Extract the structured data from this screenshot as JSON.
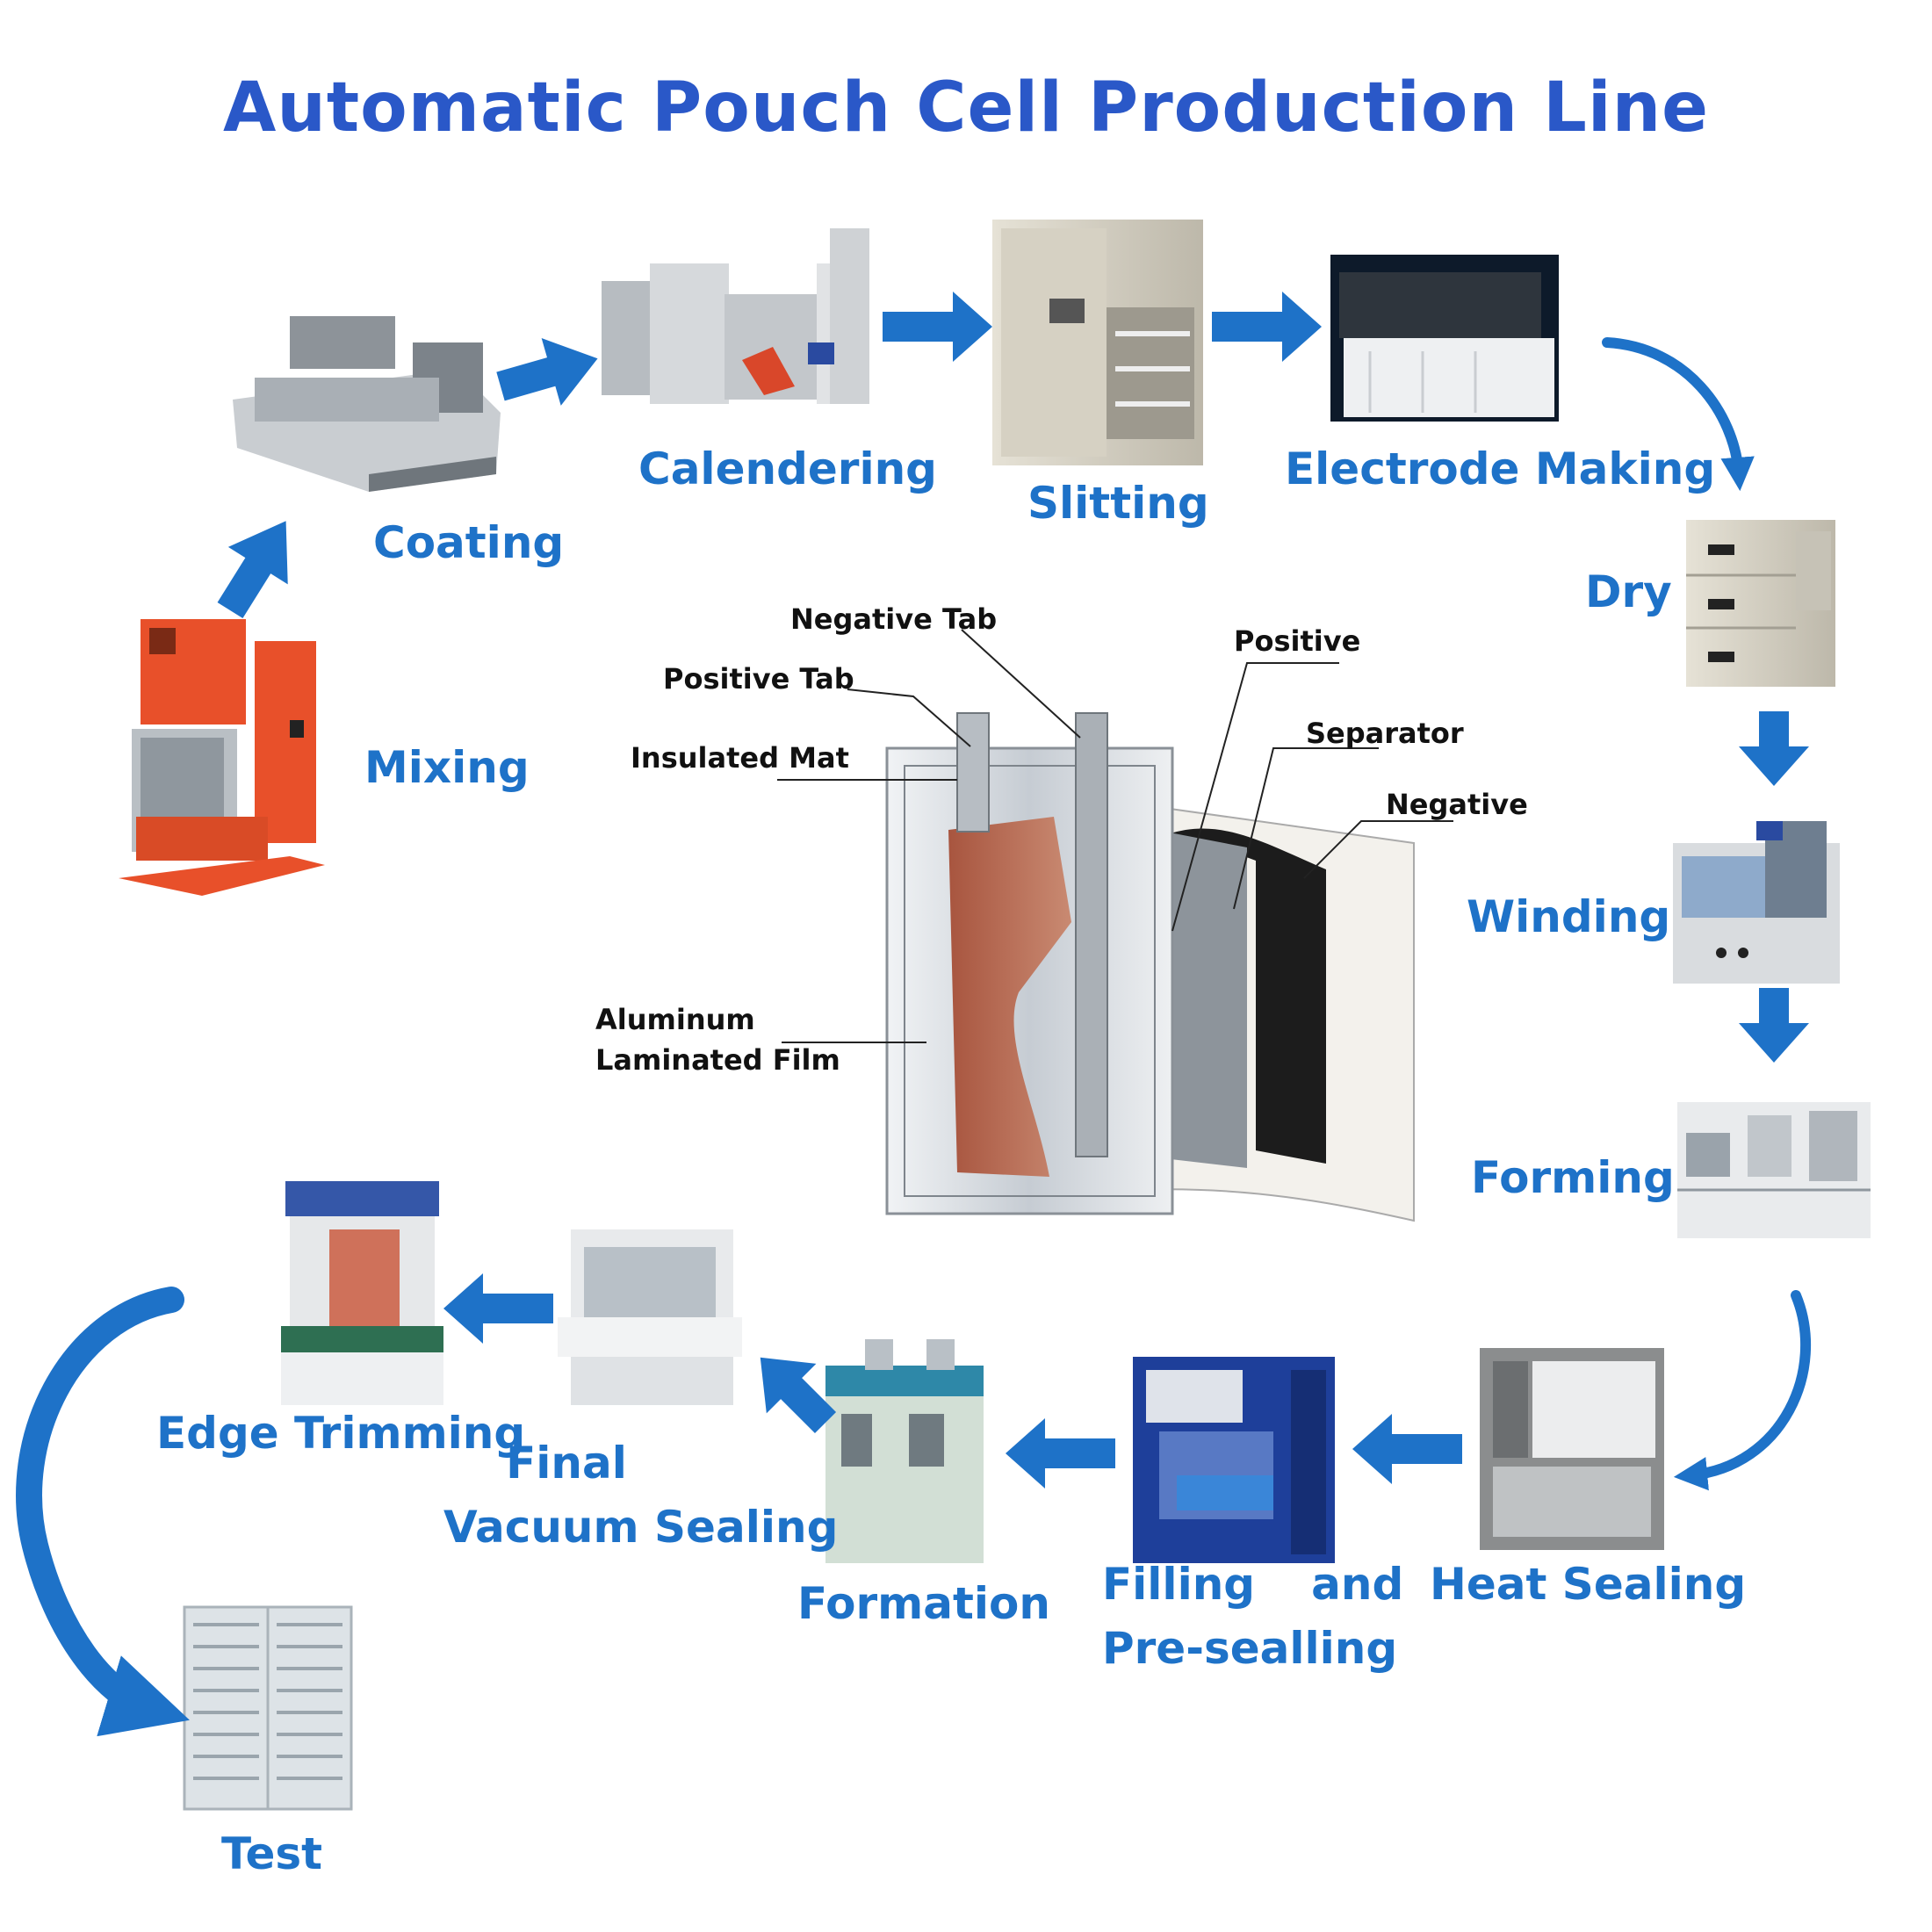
{
  "title": "Automatic Pouch Cell Production Line",
  "steps": {
    "mixing": "Mixing",
    "coating": "Coating",
    "calendering": "Calendering",
    "slitting": "Slitting",
    "electrode_making": "Electrode Making",
    "dry": "Dry",
    "winding": "Winding",
    "forming": "Forming",
    "heat_sealing": "Heat Sealing",
    "filling_line1": "Filling",
    "filling_line1b": "and",
    "filling_line2": "Pre-sealling",
    "formation": "Formation",
    "final_line1": "Final",
    "final_line2": "Vacuum Sealing",
    "edge_trimming": "Edge Trimming",
    "test": "Test"
  },
  "cell_labels": {
    "negative_tab": "Negative Tab",
    "positive_tab": "Positive Tab",
    "insulated_mat": "Insulated Mat",
    "aluminum_line1": "Aluminum",
    "aluminum_line2": "Laminated Film",
    "positive": "Positive",
    "separator": "Separator",
    "negative": "Negative"
  },
  "colors": {
    "accent": "#1e72c8",
    "title": "#2a58c8",
    "mixer": "#e8502a"
  }
}
